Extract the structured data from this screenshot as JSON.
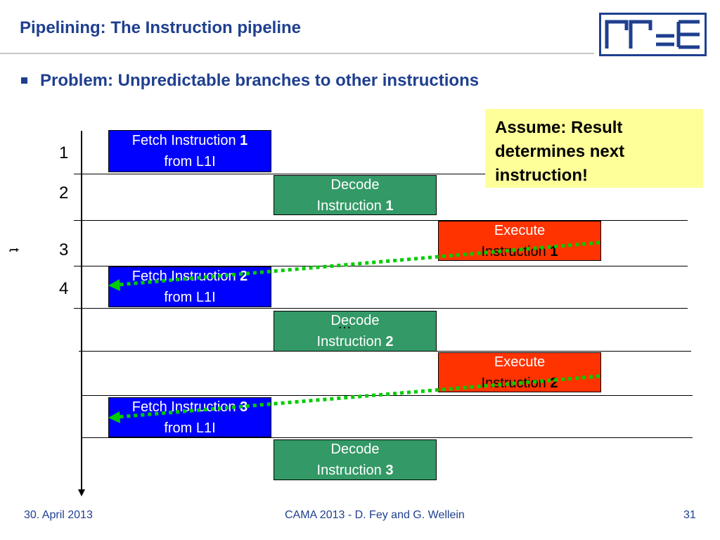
{
  "slide": {
    "title": "Pipelining: The Instruction pipeline",
    "bullet": "Problem: Unpredictable branches to other instructions"
  },
  "note": {
    "lines": [
      "Assume: Result",
      "determines next",
      "instruction!"
    ]
  },
  "axis": {
    "label": "t",
    "row_numbers": [
      "1",
      "2",
      "3",
      "4"
    ],
    "ellipsis": "…"
  },
  "boxes": {
    "fetch1": {
      "line1": "Fetch Instruction ",
      "num": "1",
      "line2": "from L1I"
    },
    "decode1": {
      "line1": "Decode",
      "line2": "Instruction ",
      "num": "1"
    },
    "exec1": {
      "line1": "Execute",
      "line2": "Instruction ",
      "num": "1"
    },
    "fetch2": {
      "line1": "Fetch Instruction ",
      "num": "2",
      "line2": "from L1I"
    },
    "decode2": {
      "line1": "Decode",
      "line2": "Instruction ",
      "num": "2"
    },
    "exec2": {
      "line1": "Execute",
      "line2": "Instruction ",
      "num": "2"
    },
    "fetch3": {
      "line1": "Fetch Instruction ",
      "num": "3",
      "line2": "from L1I"
    },
    "decode3": {
      "line1": "Decode",
      "line2": "Instruction ",
      "num": "3"
    }
  },
  "colors": {
    "fetch": "#0000ff",
    "decode": "#339966",
    "execute": "#ff3300",
    "branch_arrow": "#00cc00",
    "note_background": "#ffff99",
    "title": "#1f3f8f"
  },
  "footer": {
    "date": "30. April 2013",
    "center": "CAMA 2013 - D. Fey and G. Wellein",
    "page": "31"
  }
}
